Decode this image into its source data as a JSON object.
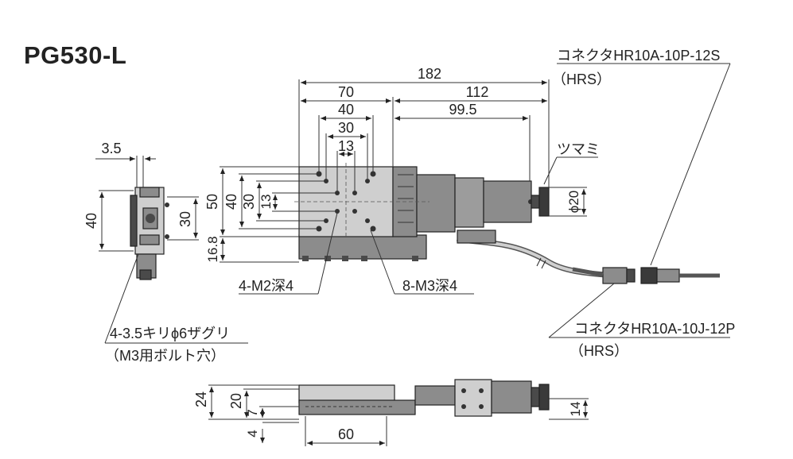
{
  "title": "PG530-L",
  "colors": {
    "ink": "#222222",
    "body": "#8c8c8c",
    "light": "#cfcfcf",
    "dark": "#4a4a4a"
  },
  "dims": {
    "overall_length": "182",
    "stage_length": "70",
    "motor_length": "112",
    "motor_offset": "99.5",
    "hole_pitch_outer": "40",
    "hole_pitch_mid": "30",
    "hole_pitch_inner": "13",
    "side_width": "3.5",
    "side_height": "40",
    "side_pitch": "30",
    "front_height": "50",
    "front_h40": "40",
    "front_h30": "30",
    "front_h13": "13",
    "base_height": "16.8",
    "knob_dia": "ϕ20",
    "bottom_h24": "24",
    "bottom_h20": "20",
    "bottom_h7": "7",
    "bottom_h4": "4",
    "bottom_w60": "60",
    "bottom_h14": "14"
  },
  "labels": {
    "connector_top": "コネクタHR10A-10P-12S",
    "connector_top_maker": "（HRS）",
    "knob": "ツマミ",
    "tap_m2": "4-M2深4",
    "tap_m3": "8-M3深4",
    "counterbore": "4-3.5キリϕ6ザグリ",
    "counterbore_note": "（M3用ボルト穴）",
    "connector_bottom": "コネクタHR10A-10J-12P",
    "connector_bottom_maker": "（HRS）"
  }
}
